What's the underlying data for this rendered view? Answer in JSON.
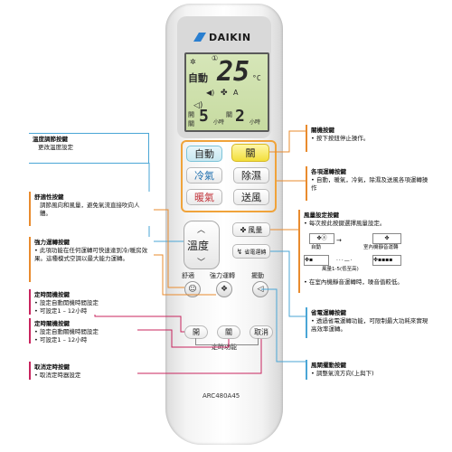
{
  "brand": "DAIKIN",
  "model": "ARC480A45",
  "lcd": {
    "mode": "自動",
    "temp": "25",
    "unit": "°C",
    "timer_on_value": "5",
    "timer_off_value": "2",
    "timer_unit": "小時",
    "on_label": "開",
    "off_label": "關",
    "indicator_1": "①"
  },
  "buttons": {
    "auto": "自動",
    "power": "關",
    "cool": "冷氣",
    "dry": "除濕",
    "heat": "暖氣",
    "fan_only": "送風",
    "temp": "溫度",
    "fan_speed": "風量",
    "econo": "省電運轉",
    "quiet": "舒適",
    "powerful": "強力運轉",
    "swing": "擺動",
    "timer_on": "開",
    "timer_off": "關",
    "timer_cancel": "取消",
    "timer_group": "定時功能"
  },
  "callouts": {
    "temp_adjust": {
      "title": "溫度調節按鍵",
      "lines": [
        "更改溫度設定"
      ]
    },
    "comfort": {
      "title": "舒適性按鍵",
      "lines": [
        "調節風向和風量，避免氣流直接吹向人體。"
      ]
    },
    "powerful": {
      "title": "強力運轉按鍵",
      "lines": [
        "此項功能在任何運轉可快速達到冷/暖房效果。這種模式空調以最大能力運轉。"
      ]
    },
    "on_timer": {
      "title": "定時開機按鍵",
      "lines": [
        "設定自動開機時間設定",
        "可設定1 – 12小時"
      ]
    },
    "off_timer": {
      "title": "定時關機按鍵",
      "lines": [
        "設定自動關機時間設定",
        "可設定1 – 12小時"
      ]
    },
    "cancel_timer": {
      "title": "取消定時按鍵",
      "lines": [
        "取消定時器設定"
      ]
    },
    "power": {
      "title": "關機按鍵",
      "lines": [
        "按下按鈕停止操作。"
      ]
    },
    "mode": {
      "title": "各項運轉按鍵",
      "lines": [
        "自動，暖氣，冷氣，除濕及送風各項運轉操作"
      ]
    },
    "fan": {
      "title": "風量設定按鍵",
      "lines": [
        "每次按此按鍵選擇風量設定。"
      ],
      "diagram": {
        "auto": "自動",
        "indoor_quiet": "室內機靜音運轉",
        "fan_levels": "風量1-5(低至高)"
      },
      "note": "在室內機靜音運轉時，噪音值較低。"
    },
    "econo": {
      "title": "省電運轉按鍵",
      "lines": [
        "透過省電運轉功能，可限制最大功耗來實現高效率運轉。"
      ]
    },
    "swing": {
      "title": "風閘擺動按鍵",
      "lines": [
        "調整氣流方向(上與下)"
      ]
    }
  }
}
